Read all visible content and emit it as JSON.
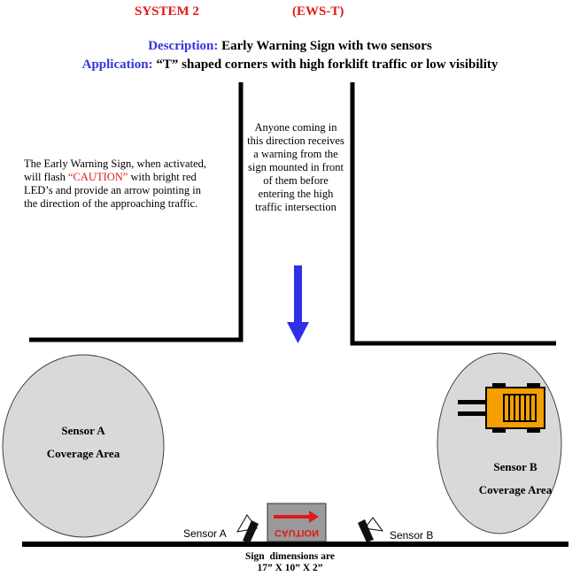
{
  "header": {
    "system": "SYSTEM 2",
    "code": "(EWS-T)"
  },
  "description": {
    "label": "Description:",
    "text": "Early Warning Sign with two sensors"
  },
  "application": {
    "label": "Application:",
    "text": "“T” shaped corners with high forklift traffic or low visibility"
  },
  "left_note": {
    "before": "The Early Warning Sign, when activated, will flash",
    "caution": "“CAUTION”",
    "after": "with bright red LED’s and provide an arrow pointing in the direction of the approaching traffic."
  },
  "center_note": "Anyone coming in this direction receives a warning from the sign mounted in front of them before entering the high traffic intersection",
  "sensor_a_area": {
    "line1": "Sensor A",
    "line2": "Coverage Area"
  },
  "sensor_b_area": {
    "line1": "Sensor B",
    "line2": "Coverage Area"
  },
  "sensor_a_label": "Sensor A",
  "sensor_b_label": "Sensor B",
  "sign_text": "CAUTION",
  "dimensions": {
    "line1": "Sign  dimensions are",
    "line2": "17” X 10” X 2”"
  },
  "colors": {
    "red": "#e21a1a",
    "blue": "#3434e0",
    "arrow": "#2f2fe8",
    "forklift": "#f5a000",
    "coverage_fill": "#d9d9d9",
    "sign_body": "#9a9a9a"
  }
}
